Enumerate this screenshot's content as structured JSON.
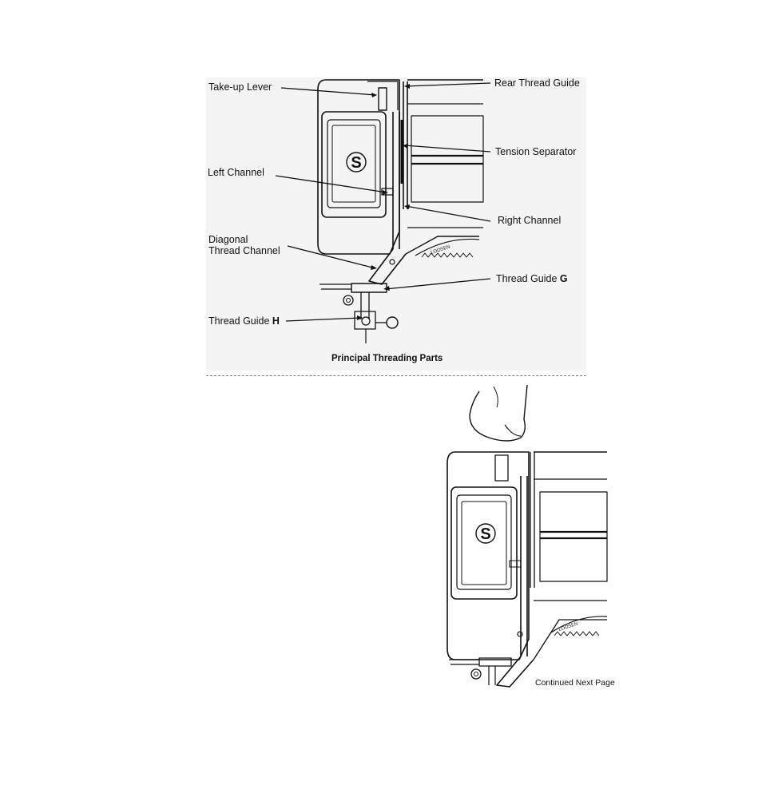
{
  "figure_top": {
    "labels": {
      "take_up_lever": "Take-up Lever",
      "left_channel": "Left Channel",
      "diagonal_line1": "Diagonal",
      "diagonal_line2": "Thread Channel",
      "thread_guide_h_prefix": "Thread Guide ",
      "thread_guide_h_letter": "H",
      "rear_thread_guide": "Rear Thread Guide",
      "tension_separator": "Tension Separator",
      "right_channel": "Right Channel",
      "thread_guide_g_prefix": "Thread Guide ",
      "thread_guide_g_letter": "G"
    },
    "logo_letter": "S",
    "dial_text": "LOOSEN",
    "caption": "Principal Threading Parts"
  },
  "figure_bottom": {
    "logo_letter": "S",
    "dial_text": "LOOSEN",
    "footer": "Continued Next Page"
  }
}
